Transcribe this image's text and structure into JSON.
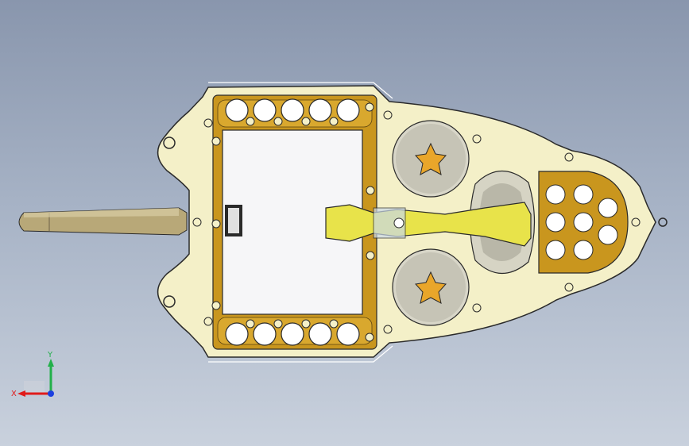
{
  "window": {
    "type": "CAD 3D viewport",
    "view": "top"
  },
  "colors": {
    "background_top": "#8996ad",
    "background_bottom": "#c9d1dd",
    "housing_fill": "#f4f0c8",
    "housing_outline": "#2a2a2a",
    "frame_gold": "#c9961e",
    "screen_fill": "#f6f6f8",
    "arm_yellow": "#e8e34a",
    "antenna_tan": "#b8a878",
    "axis_x": "#e01b1b",
    "axis_y": "#22b04a",
    "axis_z": "#1b3fe0"
  },
  "model": {
    "top_buttons_count": 5,
    "bottom_buttons_count": 5,
    "nose_keypad_count": 8
  },
  "triad": {
    "x_label": "X",
    "y_label": "Y"
  }
}
